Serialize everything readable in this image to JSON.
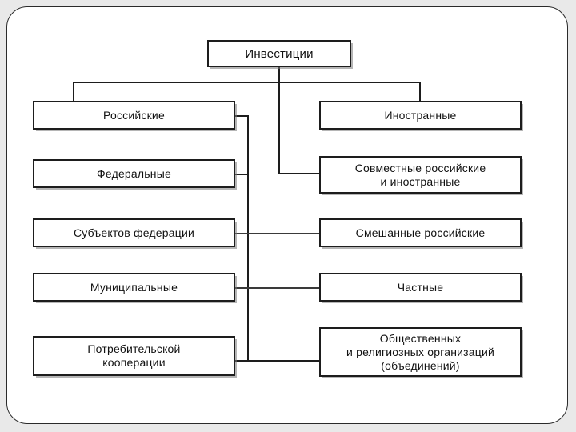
{
  "diagram": {
    "title": "Инвестиции",
    "root": {
      "id": "investitsii",
      "label": "Инвестиции"
    },
    "left_column": [
      {
        "id": "rossiyskie",
        "label": "Российские"
      },
      {
        "id": "federalnye",
        "label": "Федеральные"
      },
      {
        "id": "subektov-federatsii",
        "label": "Субъектов федерации"
      },
      {
        "id": "munitsipalnye",
        "label": "Муниципальные"
      },
      {
        "id": "potrebitelskoy-kooperatsii",
        "label": "Потребительской\nкооперации"
      }
    ],
    "right_column": [
      {
        "id": "inostrannye",
        "label": "Иностранные"
      },
      {
        "id": "sovmestnye-rossiyskie-i-inostrannye",
        "label": "Совместные российские\nи иностранные"
      },
      {
        "id": "smeshannye-rossiyskie",
        "label": "Смешанные российские"
      },
      {
        "id": "chastnye",
        "label": "Частные"
      },
      {
        "id": "obshchestvennykh-i-religioznykh-organizatsiy",
        "label": "Общественных\nи религиозных организаций\n(объединений)"
      }
    ],
    "colors": {
      "box_border": "#1d1d1d",
      "box_fill": "#ffffff",
      "connector": "#1d1d1d",
      "slide_background": "#ffffff",
      "page_background": "#e9e9e9",
      "text": "#111111"
    }
  }
}
